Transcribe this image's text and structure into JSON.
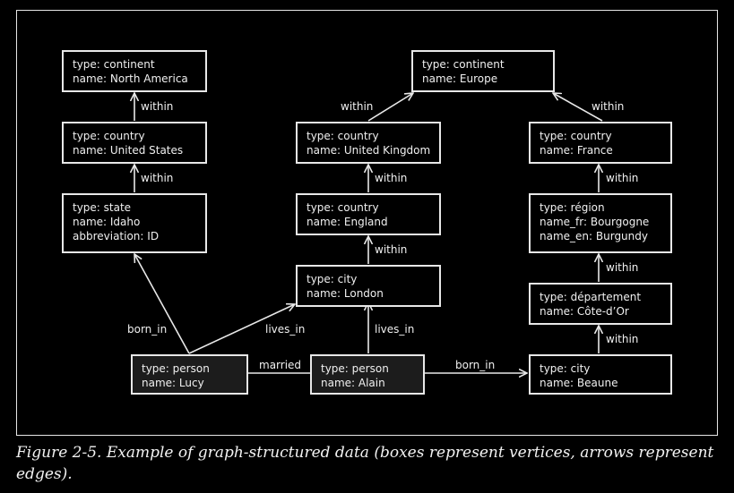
{
  "vertices": {
    "north_america": {
      "line1": "type: continent",
      "line2": "name: North America"
    },
    "europe": {
      "line1": "type: continent",
      "line2": "name: Europe"
    },
    "united_states": {
      "line1": "type: country",
      "line2": "name: United States"
    },
    "united_kingdom": {
      "line1": "type: country",
      "line2": "name: United Kingdom"
    },
    "france": {
      "line1": "type: country",
      "line2": "name: France"
    },
    "idaho": {
      "line1": "type: state",
      "line2": "name: Idaho",
      "line3": "abbreviation: ID"
    },
    "england": {
      "line1": "type: country",
      "line2": "name: England"
    },
    "bourgogne": {
      "line1": "type: région",
      "line2": "name_fr: Bourgogne",
      "line3": "name_en: Burgundy"
    },
    "london": {
      "line1": "type: city",
      "line2": "name: London"
    },
    "cote_dor": {
      "line1": "type: département",
      "line2": "name: Côte-d’Or"
    },
    "lucy": {
      "line1": "type: person",
      "line2": "name: Lucy"
    },
    "alain": {
      "line1": "type: person",
      "line2": "name: Alain"
    },
    "beaune": {
      "line1": "type: city",
      "line2": "name: Beaune"
    }
  },
  "edge_labels": {
    "within": "within",
    "born_in": "born_in",
    "lives_in": "lives_in",
    "married": "married"
  },
  "colors": {
    "background": "#000000",
    "line": "#e8e8e8",
    "person_fill": "#1c1c1c",
    "text": "#f0f0f0"
  },
  "caption": "Figure 2-5. Example of graph-structured data (boxes represent vertices, arrows represent edges)."
}
